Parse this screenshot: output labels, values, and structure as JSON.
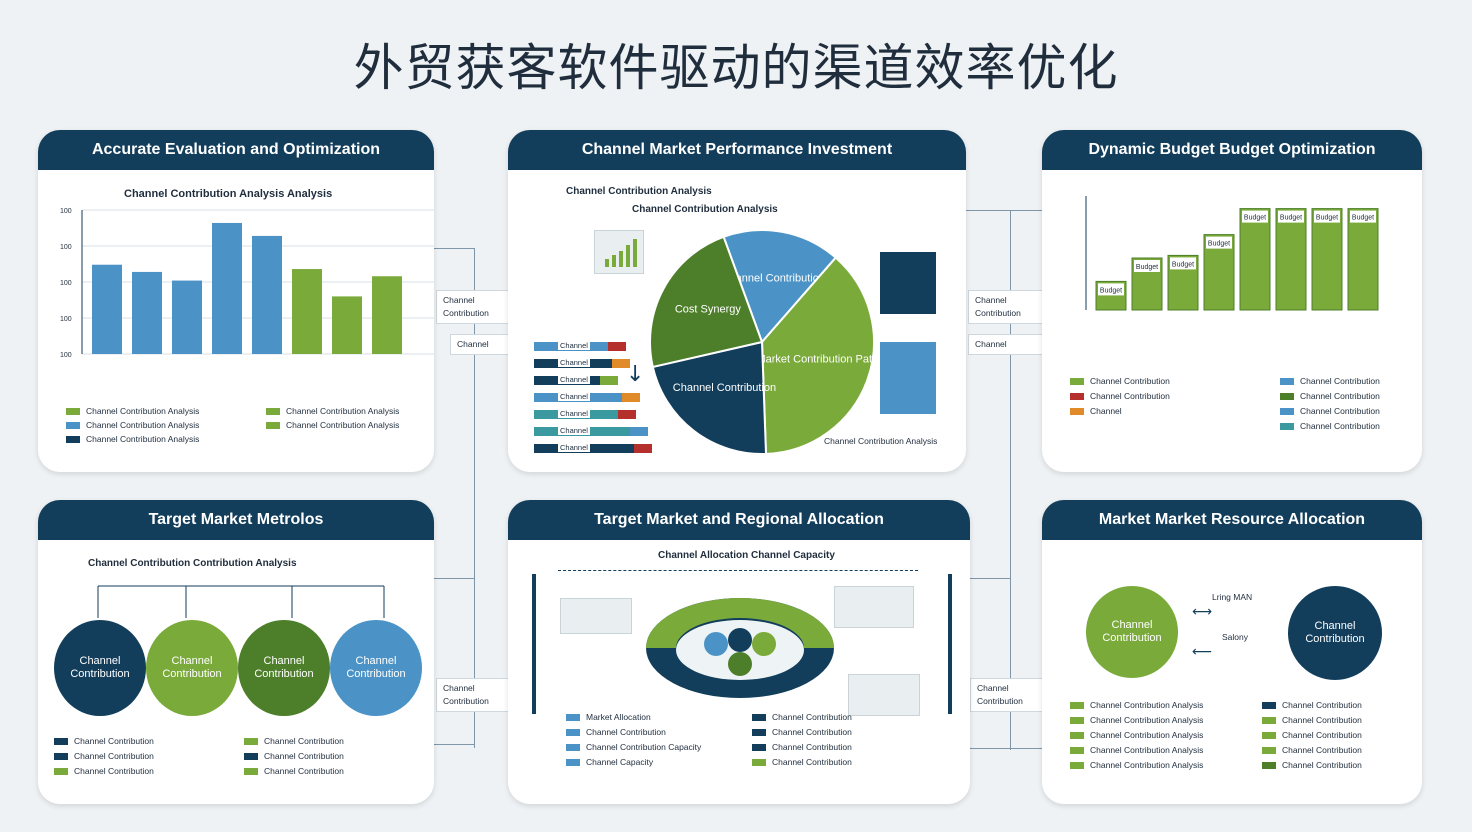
{
  "title": "外贸获客软件驱动的渠道效率优化",
  "colors": {
    "navy": "#123e5c",
    "blue": "#4b93c6",
    "green": "#7aaa3a",
    "teal": "#3a9aa0",
    "red": "#b5302d",
    "orange": "#e08a2a"
  },
  "cards": {
    "c1": {
      "header": "Accurate Evaluation and Optimization",
      "subtitle": "Channel Contribution Analysis Analysis",
      "y_ticks": [
        "100",
        "100",
        "100",
        "100",
        "100"
      ],
      "bars": [
        {
          "label": "",
          "color": "blue",
          "value": 0.62
        },
        {
          "label": "",
          "color": "blue",
          "value": 0.57
        },
        {
          "label": "",
          "color": "blue",
          "value": 0.51
        },
        {
          "label": "",
          "color": "blue",
          "value": 0.91
        },
        {
          "label": "",
          "color": "blue",
          "value": 0.82
        },
        {
          "label": "",
          "color": "green",
          "value": 0.59
        },
        {
          "label": "",
          "color": "green",
          "value": 0.4
        },
        {
          "label": "",
          "color": "green",
          "value": 0.54
        }
      ],
      "legend": [
        {
          "color": "green",
          "text": "Channel Contribution Analysis"
        },
        {
          "color": "blue",
          "text": "Channel Contribution Analysis"
        },
        {
          "color": "navy",
          "text": "Channel Contribution Analysis"
        },
        {
          "color": "green",
          "text": "Channel Contribution Analysis"
        },
        {
          "color": "green",
          "text": "Channel Contribution Analysis"
        }
      ]
    },
    "c2": {
      "header": "Channel Market Performance Investment",
      "subtitle1": "Channel Contribution Analysis",
      "subtitle2": "Channel Contribution Analysis",
      "pie": [
        {
          "label": "Channel Contribution",
          "color": "blue",
          "value": 17
        },
        {
          "label": "Market Contribution Paths",
          "color": "green",
          "value": 38
        },
        {
          "label": "Channel Contribution",
          "color": "navy",
          "value": 22
        },
        {
          "label": "Cost Synergy",
          "color": "green_dark",
          "value": 23
        }
      ],
      "bar_labels": [
        "Channel",
        "Channel",
        "Channel",
        "Channel",
        "Channel",
        "Channel",
        "Channel"
      ],
      "note": "Channel Contribution Analysis"
    },
    "c3": {
      "header": "Dynamic Budget Budget Optimization",
      "bar_labels": [
        "Budget",
        "Budget",
        "Budget",
        "Budget",
        "Budget",
        "Budget",
        "Budget",
        "Budget"
      ],
      "bar_values": [
        0.22,
        0.4,
        0.42,
        0.58,
        0.78,
        0.78,
        0.78,
        0.78
      ],
      "legend": [
        {
          "color": "green",
          "text": "Channel Contribution"
        },
        {
          "color": "red",
          "text": "Channel Contribution"
        },
        {
          "color": "orange",
          "text": "Channel"
        },
        {
          "color": "blue",
          "text": "Channel Contribution"
        },
        {
          "color": "green_dark",
          "text": "Channel Contribution"
        },
        {
          "color": "blue",
          "text": "Channel Contribution"
        },
        {
          "color": "teal",
          "text": "Channel Contribution"
        }
      ]
    },
    "c4": {
      "header": "Target Market Metrolos",
      "subtitle": "Channel Contribution Contribution Analysis",
      "circles": [
        {
          "text": "Channel Contribution",
          "color": "navy"
        },
        {
          "text": "Channel Contribution",
          "color": "green"
        },
        {
          "text": "Channel Contribution",
          "color": "green_dark"
        },
        {
          "text": "Channel Contribution",
          "color": "blue"
        }
      ],
      "legend": [
        {
          "color": "navy",
          "text": "Channel Contribution"
        },
        {
          "color": "navy",
          "text": "Channel Contribution"
        },
        {
          "color": "green",
          "text": "Channel Contribution"
        },
        {
          "color": "green",
          "text": "Channel Contribution"
        },
        {
          "color": "navy",
          "text": "Channel Contribution"
        },
        {
          "color": "green",
          "text": "Channel Contribution"
        }
      ]
    },
    "c5": {
      "header": "Target Market and Regional Allocation",
      "subtitle": "Channel Allocation Channel Capacity",
      "legend": [
        {
          "color": "blue",
          "text": "Market Allocation"
        },
        {
          "color": "blue",
          "text": "Channel Contribution"
        },
        {
          "color": "blue",
          "text": "Channel Contribution Capacity"
        },
        {
          "color": "blue",
          "text": "Channel Capacity"
        },
        {
          "color": "navy",
          "text": "Channel Contribution"
        },
        {
          "color": "navy",
          "text": "Channel Contribution"
        },
        {
          "color": "navy",
          "text": "Channel Contribution"
        },
        {
          "color": "green",
          "text": "Channel Contribution"
        }
      ]
    },
    "c6": {
      "header": "Market Market Resource Allocation",
      "left_circle": "Channel Contribution",
      "right_circle": "Channel Contribution",
      "arrow_top": "Lring MAN",
      "arrow_bottom": "Salony",
      "legend": [
        {
          "color": "green",
          "text": "Channel Contribution Analysis"
        },
        {
          "color": "green",
          "text": "Channel Contribution Analysis"
        },
        {
          "color": "green",
          "text": "Channel Contribution Analysis"
        },
        {
          "color": "green",
          "text": "Channel Contribution Analysis"
        },
        {
          "color": "green",
          "text": "Channel Contribution Analysis"
        },
        {
          "color": "navy",
          "text": "Channel Contribution"
        },
        {
          "color": "green",
          "text": "Channel Contribution"
        },
        {
          "color": "green",
          "text": "Channel Contribution"
        },
        {
          "color": "green",
          "text": "Channel Contribution"
        },
        {
          "color": "green_dark",
          "text": "Channel Contribution"
        }
      ]
    }
  },
  "side_notes": {
    "n1": "Channel Contribution",
    "n2": "Channel",
    "n3": "Channel Contribution",
    "n4": "Channel",
    "n5": "Channel Contribution",
    "n6": "Channel Contribution"
  }
}
